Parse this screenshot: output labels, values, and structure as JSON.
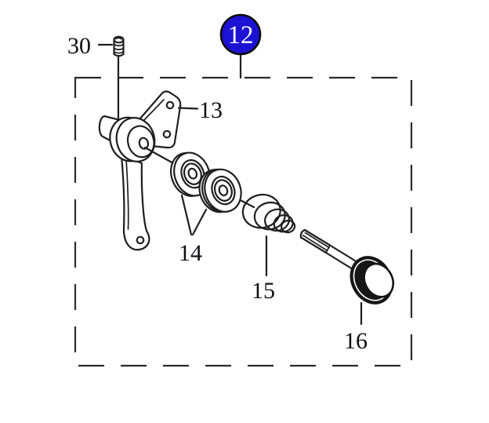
{
  "colors": {
    "background": "#ffffff",
    "line": "#1f1f1f",
    "label_text": "#0e0e14",
    "badge_fill": "#1c12d4",
    "badge_border": "#0a0a0a",
    "badge_text": "#ffffff"
  },
  "diagram": {
    "badge": {
      "label": "12"
    },
    "callouts": [
      {
        "label": "30",
        "part": "set-screw"
      },
      {
        "label": "13",
        "part": "tension-release-lever-bracket"
      },
      {
        "label": "14",
        "part": "tension-discs"
      },
      {
        "label": "15",
        "part": "conical-spring"
      },
      {
        "label": "16",
        "part": "thumb-screw-knob"
      }
    ]
  }
}
